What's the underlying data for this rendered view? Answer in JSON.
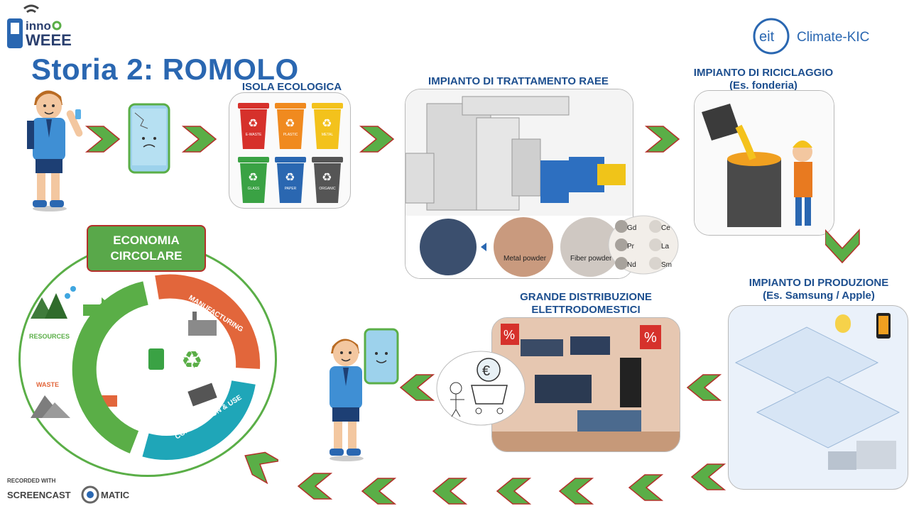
{
  "slide": {
    "title": "Storia 2: ROMOLO"
  },
  "logos": {
    "innoweee_line1": "inno",
    "innoweee_line2": "WEEE",
    "eit_mark": "eit",
    "eit_text": "Climate-KIC"
  },
  "steps": {
    "isola": "ISOLA ECOLOGICA",
    "raee": "IMPIANTO DI TRATTAMENTO RAEE",
    "riciclaggio_line1": "IMPIANTO DI RICICLAGGIO",
    "riciclaggio_line2": "(Es. fonderia)",
    "produzione_line1": "IMPIANTO DI PRODUZIONE",
    "produzione_line2": "(Es. Samsung / Apple)",
    "distribuzione_line1": "GRANDE DISTRIBUZIONE",
    "distribuzione_line2": "ELETTRODOMESTICI"
  },
  "bins": [
    "E-WASTE",
    "PLASTIC",
    "METAL",
    "GLASS",
    "PAPER",
    "ORGANIC"
  ],
  "bin_colors": [
    "#d6312b",
    "#f08a1f",
    "#f3c21c",
    "#3aa244",
    "#2a67b1",
    "#555555"
  ],
  "raee_materials": {
    "metal_powder": "Metal powder",
    "fiber_powder": "Fiber powder",
    "elements": [
      "Gd",
      "Ce",
      "Pr",
      "La",
      "Nd",
      "Sm"
    ]
  },
  "economia": {
    "line1": "ECONOMIA",
    "line2": "CIRCOLARE",
    "manufacturing": "MANUFACTURING",
    "consumption": "CONSUMPTION & USE",
    "recycling": "RECYCLING",
    "resources": "RESOURCES",
    "waste": "WASTE"
  },
  "watermark": {
    "line1": "RECORDED WITH",
    "line2": "SCREENCAST",
    "line3": "MATIC"
  },
  "colors": {
    "title_blue": "#2a67b1",
    "arrow_green": "#5aae47",
    "arrow_red": "#c8372d",
    "circle_green": "#5aae47"
  }
}
